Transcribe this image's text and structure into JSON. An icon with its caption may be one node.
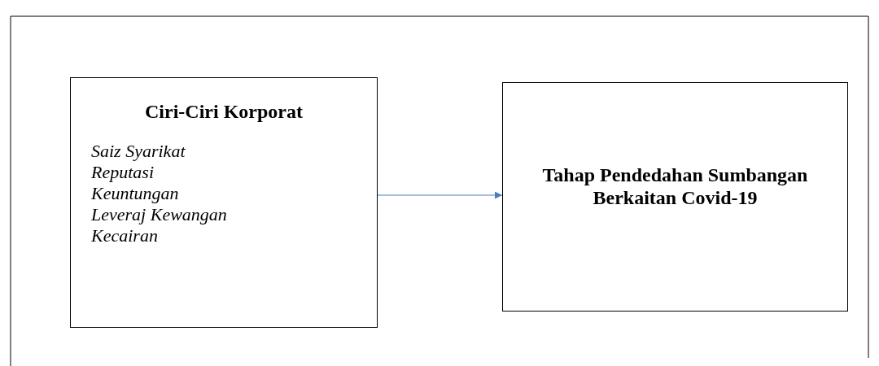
{
  "diagram": {
    "nodes": [
      {
        "text": [
          "Ciri-Ciri Korporat",
          "Saiz Syarikat",
          "Reputasi",
          "Keuntungan",
          "Leveraj Kewangan",
          "Kecairan"
        ]
      },
      {
        "text": [
          "Tahap Pendedahan Sumbangan Berkaitan Covid-19"
        ]
      }
    ],
    "edges": [
      {
        "from": 0,
        "to": 1,
        "arrow": "to"
      }
    ]
  }
}
